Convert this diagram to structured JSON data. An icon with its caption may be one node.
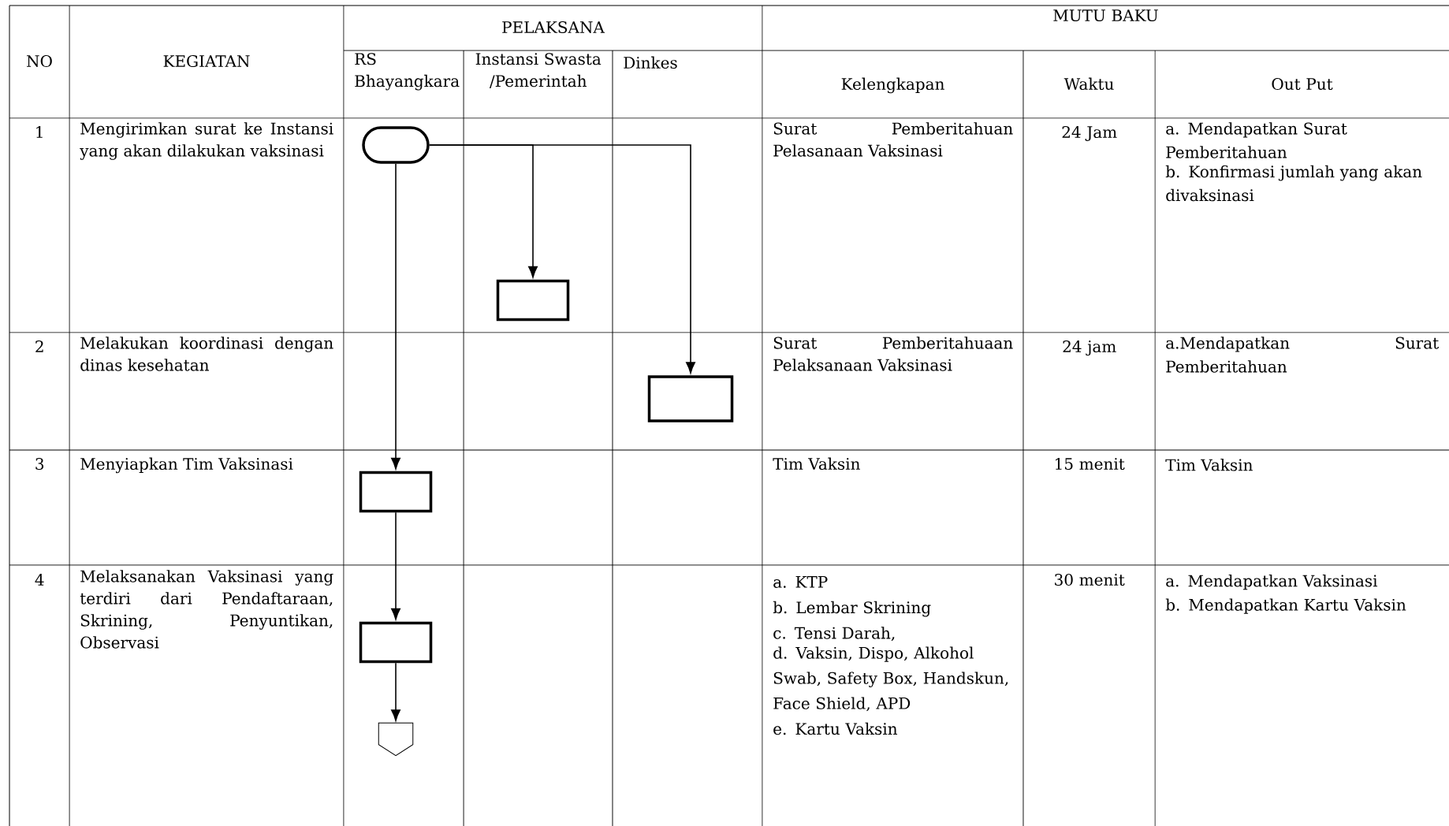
{
  "diagram": {
    "nodes": [
      {
        "text": [],
        "shape": "terminator"
      },
      {
        "text": [],
        "shape": "box"
      },
      {
        "text": [],
        "shape": "box"
      },
      {
        "text": [],
        "shape": "box"
      },
      {
        "text": [],
        "shape": "box"
      },
      {
        "text": [],
        "shape": "pentagon"
      }
    ],
    "edges": [
      {
        "from": 0,
        "to": 1,
        "arrow": "to"
      },
      {
        "from": 0,
        "to": 2,
        "arrow": "to"
      },
      {
        "from": 0,
        "to": 3,
        "arrow": "to"
      },
      {
        "from": 3,
        "to": 4,
        "arrow": "to"
      },
      {
        "from": 4,
        "to": 5,
        "arrow": "to"
      }
    ],
    "labels": [
      "NO",
      "KEGIATAN",
      "PELAKSANA",
      "MUTU BAKU",
      "RS Bhayangkara",
      "Instansi Swasta /Pemerintah",
      "Dinkes",
      "Kelengkapan",
      "Waktu",
      "Out Put",
      "1",
      "Mengirimkan surat ke Instansi yang akan dilakukan vaksinasi",
      "Surat Pemberitahuan Pelasanaan Vaksinasi",
      "24 Jam",
      "a. Mendapatkan Surat Pemberitahuan",
      "b. Konfirmasi jumlah yang akan divaksinasi",
      "2",
      "Melakukan koordinasi dengan dinas kesehatan",
      "Surat Pemberitahuaan Pelaksanaan Vaksinasi",
      "24 jam",
      "a.Mendapatkan Surat Pemberitahuan",
      "3",
      "Menyiapkan Tim Vaksinasi",
      "Tim Vaksin",
      "15 menit",
      "Tim Vaksin",
      "4",
      "Melaksanakan Vaksinasi yang terdiri dari Pendaftaraan, Skrining, Penyuntikan, Observasi",
      "a. KTP",
      "b. Lembar Skrining",
      "c. Tensi Darah,",
      "d. Vaksin, Dispo, Alkohol Swab, Safety Box, Handskun, Face Shield, APD",
      "e. Kartu Vaksin",
      "30 menit",
      "a. Mendapatkan Vaksinasi",
      "b. Mendapatkan Kartu Vaksin"
    ]
  }
}
